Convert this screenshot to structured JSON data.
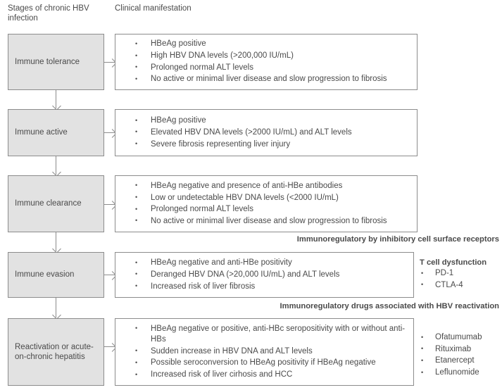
{
  "headers": {
    "stages": "Stages of chronic HBV infection",
    "clinical": "Clinical manifestation"
  },
  "banners": {
    "receptors": "Immunoregulatory by inhibitory cell surface receptors",
    "drugs": "Immunoregulatory drugs associated with HBV reactivation"
  },
  "rows": [
    {
      "stage": "Immune tolerance",
      "bullets": [
        "HBeAg positive",
        "High HBV DNA levels (>200,000 IU/mL)",
        "Prolonged normal ALT levels",
        "No active or minimal liver disease and slow progression to fibrosis"
      ]
    },
    {
      "stage": "Immune active",
      "bullets": [
        "HBeAg positive",
        "Elevated HBV DNA levels (>2000 IU/mL) and ALT levels",
        "Severe fibrosis representing liver injury"
      ]
    },
    {
      "stage": "Immune clearance",
      "bullets": [
        "HBeAg negative and presence of anti-HBe antibodies",
        "Low or undetectable HBV DNA levels (<2000 IU/mL)",
        "Prolonged normal ALT levels",
        "No active or minimal liver disease and slow progression to fibrosis"
      ]
    },
    {
      "stage": "Immune evasion",
      "bullets": [
        "HBeAg negative and anti-HBe positivity",
        "Deranged HBV DNA (>20,000 IU/mL) and ALT levels",
        "Increased risk of liver fibrosis"
      ]
    },
    {
      "stage": "Reactivation or acute-on-chronic hepatitis",
      "bullets": [
        "HBeAg negative or positive, anti-HBc seropositivity with or without anti-HBs",
        "Sudden increase in HBV DNA and ALT levels",
        "Possible seroconversion to HBeAg positivity if HBeAg negative",
        "Increased risk of liver cirhosis and HCC"
      ]
    }
  ],
  "side": {
    "tcell": {
      "title": "T cell dysfunction",
      "items": [
        "PD-1",
        "CTLA-4"
      ]
    },
    "drugs": {
      "title": "",
      "items": [
        "Ofatumumab",
        "Rituximab",
        "Etanercept",
        "Leflunomide"
      ]
    }
  },
  "colors": {
    "stage_fill": "#e2e2e2",
    "border": "#8c8c8c",
    "text": "#4a4a4a"
  }
}
